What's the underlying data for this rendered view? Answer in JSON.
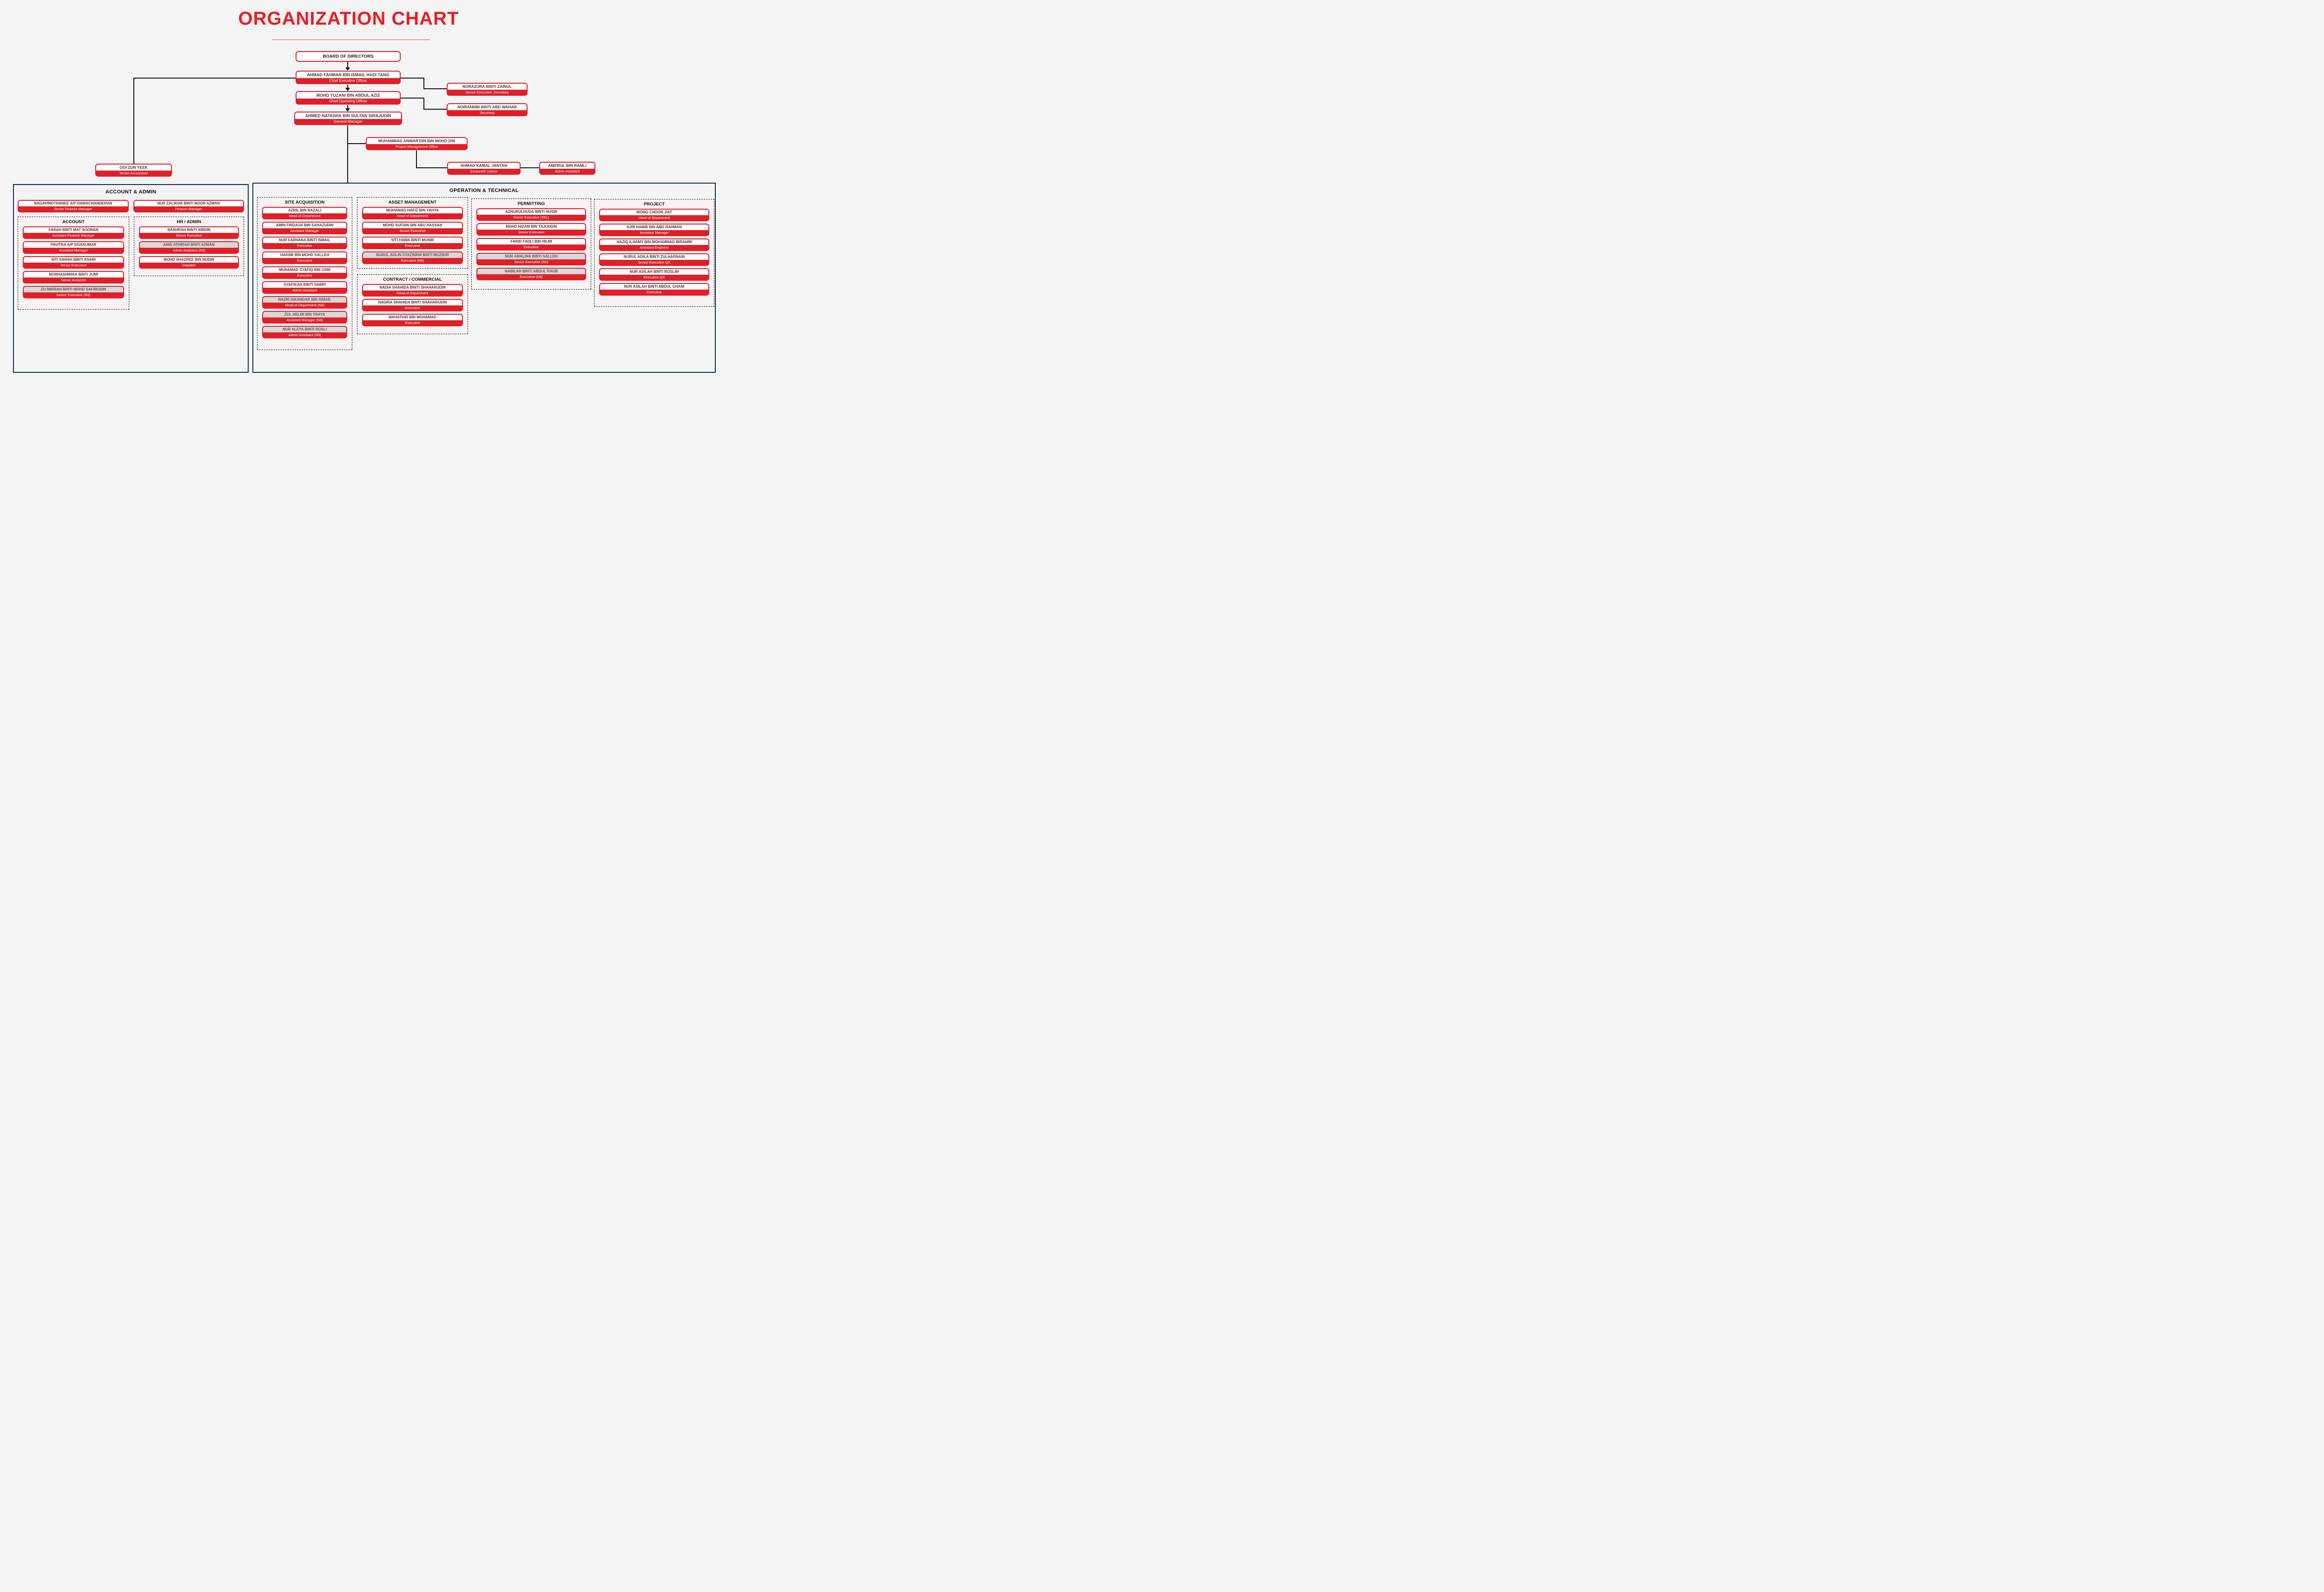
{
  "title": "ORGANIZATION CHART",
  "colors": {
    "red": "#e01f28",
    "title_red": "#ed1c24",
    "panel_border": "#0f2c3d",
    "grey_name_bg": "#d9d9d9"
  },
  "hierarchy": {
    "board": "BOARD OF DIRECTORS",
    "ceo": {
      "name": "AHMAD FAHMAN BIN ISMAIL HADI TANG",
      "role": "Chief Executive Officer"
    },
    "coo": {
      "name": "MOHD YUZANI BIN ABDUL AZIZ",
      "role": "Chief Operating Officer"
    },
    "gm": {
      "name": "AHMED NATASHA BIN SULTAN SIRAJUDIN",
      "role": "General Manager"
    },
    "secretary1": {
      "name": "NORAZURA BINTI ZAINUL",
      "role": "Senior Executive, Secretary"
    },
    "secretary2": {
      "name": "NORHABIBI BINTI ABD WAHAB",
      "role": "Secretary"
    },
    "pmo": {
      "name": "MUHAMMAD ANWAR’DIN BIN MOHD DIN",
      "role": "Project Management Office"
    },
    "accountant": {
      "name": "OOI ZUN YEEK",
      "role": "Senior Accountant"
    },
    "liaison": {
      "name": "AHMAD KAMAL JANTAN",
      "role": "Corporate Liaison"
    },
    "liaison_assistant": {
      "name": "AMERUL BIN RAMLI",
      "role": "Admin Assistant"
    }
  },
  "panels": {
    "account_admin": {
      "title": "ACCOUNT & ADMIN",
      "managers": [
        {
          "name": "NAGAVINOTHANEE A/P RAMACHANDERAN",
          "role": "Senior Finance Manager"
        },
        {
          "name": "NUR ZALIKHA BINTI NOOR AZMAN",
          "role": "Finance Manager"
        }
      ],
      "columns": [
        {
          "title": "ACCOUNT",
          "items": [
            {
              "name": "FARAH BINTI MAT SOONAN",
              "role": "Assistant Finance Manager"
            },
            {
              "name": "PAVITRA A/P SIVAKUMAR",
              "role": "Assistant Manager"
            },
            {
              "name": "SITI SARAH BINTI ASARI",
              "role": "Senior Executive"
            },
            {
              "name": "NORHASHIMAH BINTI JUMI",
              "role": "Senior Assistant"
            },
            {
              "name": "ZU MIRRAH BINTI MOHD SAFIRUDIN",
              "role": "Senior Executive (N9)",
              "grey": true
            }
          ]
        },
        {
          "title": "HR / ADMIN",
          "items": [
            {
              "name": "NASHRAH BINTI ABIDIN",
              "role": "Senior Executive"
            },
            {
              "name": "ANIS ATHIRAH BINTI AZMAN",
              "role": "Admin Assistant (N9)",
              "grey": true
            },
            {
              "name": "MOHD SHAZREE BIN NODIN",
              "role": "Dispatch"
            }
          ]
        }
      ]
    },
    "operation_technical": {
      "title": "OPERATION & TECHNICAL",
      "columns": [
        {
          "title": "SITE ACQUISITION",
          "items": [
            {
              "name": "AZRIL BIN RAZALI",
              "role": "Head of Department"
            },
            {
              "name": "AMIN FIRDAUS BIN SAHAZUDIN",
              "role": "Assistant Manager"
            },
            {
              "name": "NUR FARHANA BINTI ISMAIL",
              "role": "Executive"
            },
            {
              "name": "HAKIMI BIN MOHD SALLEH",
              "role": "Executive"
            },
            {
              "name": "MUHAMAD SYAFIQ BIN USRI",
              "role": "Executive"
            },
            {
              "name": "SYAFIKAH BINTI SABRI",
              "role": "Admin Assistant"
            },
            {
              "name": "NAZRI ISKANDAR BIN ISMAIL",
              "role": "Head of Department (N9)",
              "grey": true
            },
            {
              "name": "ZUL HELMI BIN YAHYA",
              "role": "Assistant Manager (N9)",
              "grey": true
            },
            {
              "name": "NUR ALEYA BINTI ROSLI",
              "role": "Admin Assistant (N9)",
              "grey": true
            }
          ]
        },
        {
          "title": "ASSET MANAGEMENT",
          "items": [
            {
              "name": "MOHAMAD HAFIZ BIN YAHYA",
              "role": "Head of Department"
            },
            {
              "name": "MOHD SUFIAN BIN ABU HASSAN",
              "role": "Senior Executive"
            },
            {
              "name": "SITI HAWA BINTI MUNIR",
              "role": "Executive"
            },
            {
              "name": "NURUL ADLIN SYAZWANI BINTI MUZIKIR",
              "role": "Executive (N9)",
              "grey": true
            }
          ]
        },
        {
          "title": "CONTRACT / COMMERCIAL",
          "items": [
            {
              "name": "NADIA SHAHIDA BINTI SHAHARUDIN",
              "role": "Head of Department"
            },
            {
              "name": "NADIRA SHAHIDA BINTI SHAHARUDIN",
              "role": "Executive"
            },
            {
              "name": "MAHATHIR BIN MOHAMAD",
              "role": "Executive"
            }
          ]
        },
        {
          "title": "PERMITTING",
          "items": [
            {
              "name": "AZNURULHUDA BINTI HUSIN",
              "role": "Senior Executive (SEL)"
            },
            {
              "name": "MOHD NIZAM BIN TAJUDDIN",
              "role": "Senior Executive"
            },
            {
              "name": "FARID FADLI BIN HILMI",
              "role": "Executive"
            },
            {
              "name": "NUR AMALINA BINTI SALLEH",
              "role": "Senior Executive (N9)",
              "grey": true
            },
            {
              "name": "NABILAH BINTI ABDUL RAUB",
              "role": "Executive (N9)",
              "grey": true
            }
          ]
        },
        {
          "title": "PROJECT",
          "items": [
            {
              "name": "WONG CHOON JIAT",
              "role": "Head of Department"
            },
            {
              "name": "AJRI HABIB BIN ABD RAHMAN",
              "role": "Assistant Manager"
            },
            {
              "name": "HAZIQ ILHAMY BIN MOHAMMAD IBRAHIM",
              "role": "Assistant Engineer"
            },
            {
              "name": "NURUL ADILA BINTI ZULHARNAIN",
              "role": "Senior Executive QS"
            },
            {
              "name": "NUR ASILAH BINTI ROSLIM",
              "role": "Executive QS"
            },
            {
              "name": "NUR ASILAH BINTI ABDUL GHANI",
              "role": "Executive"
            }
          ]
        }
      ]
    }
  }
}
